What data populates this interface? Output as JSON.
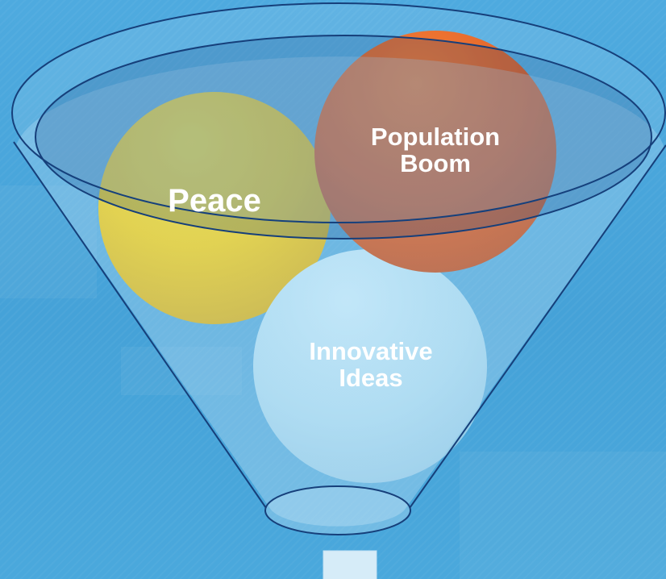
{
  "diagram": {
    "type": "funnel",
    "colors": {
      "background": "#4aa6dc",
      "funnel_stroke": "#163f7a",
      "peace": "#f5c800",
      "population": "#e14b05",
      "ideas": "#a9dcf3",
      "spout": "#d9edf9"
    },
    "items": [
      {
        "line1": "Peace"
      },
      {
        "line1": "Population",
        "line2": "Boom"
      },
      {
        "line1": "Innovative",
        "line2": "Ideas"
      }
    ]
  }
}
